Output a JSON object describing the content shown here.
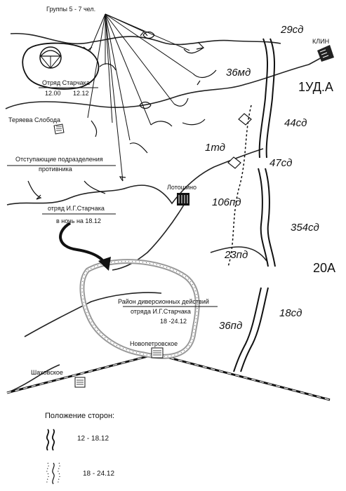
{
  "labels": {
    "groups": "Группы 5 - 7 чел.",
    "starchak_detachment": "Отряд Старчака",
    "starchak_time_a": "12.00",
    "starchak_time_b": "12.12",
    "teryaeva": "Теряева Слобода",
    "retreating_line1": "Отступающие подразделения",
    "retreating_line2": "противника",
    "night_line1": "отряд И.Г.Старчака",
    "night_line2": "в ночь на 18.12",
    "diversion_line1": "Район диверсионных действий",
    "diversion_line2": "отряда И.Г.Старчака",
    "diversion_dates": "18 -24.12",
    "klin": "КЛИН",
    "lotoshino": "Лотошино",
    "novopetrovskoe": "Новопетровское",
    "shakhovskoe": "Шаховское"
  },
  "units": {
    "u29sd": "29сд",
    "u36md": "36мд",
    "u1uda": "1УД.А",
    "u44sd": "44сд",
    "u1td": "1тд",
    "u47sd": "47сд",
    "u106pd": "106пд",
    "u354sd": "354сд",
    "u23pd": "23пд",
    "u20a": "20А",
    "u18sd": "18сд",
    "u36pd": "36пд"
  },
  "legend": {
    "title": "Положение сторон:",
    "item1": "12 - 18.12",
    "item2": "18 - 24.12"
  }
}
